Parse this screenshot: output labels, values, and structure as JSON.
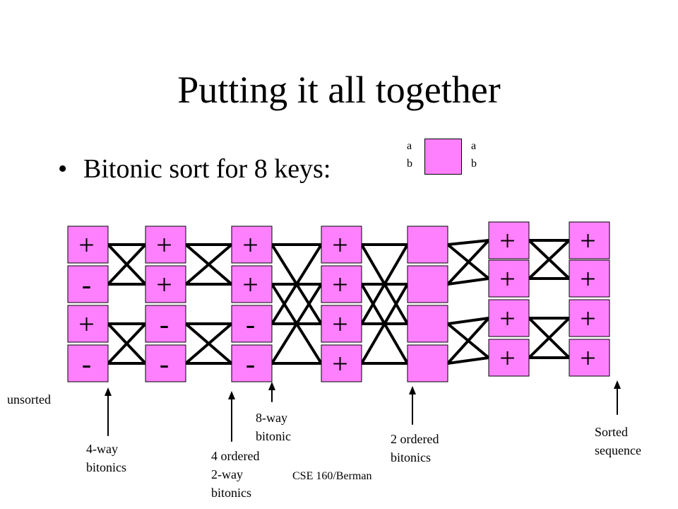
{
  "slide": {
    "title": "Putting it all together",
    "bullet": "Bitonic sort for 8 keys:",
    "bullet_glyph": "•",
    "footer": "CSE 160/Berman"
  },
  "legend": {
    "left_top": "a",
    "left_bottom": "b",
    "right_top": "a",
    "right_bottom": "b",
    "box_color": "#ff80ff"
  },
  "network": {
    "node_color": "#ff80ff",
    "columns": [
      {
        "name": "col-1",
        "signs": [
          "+",
          "-",
          "+",
          "-"
        ]
      },
      {
        "name": "col-2",
        "signs": [
          "+",
          "+",
          "-",
          "-"
        ]
      },
      {
        "name": "col-3",
        "signs": [
          "+",
          "+",
          "-",
          "-"
        ]
      },
      {
        "name": "col-4",
        "signs": [
          "+",
          "+",
          "+",
          "+"
        ]
      },
      {
        "name": "col-5",
        "signs": [
          "",
          "",
          "",
          ""
        ]
      },
      {
        "name": "col-6",
        "signs": [
          "+",
          "+",
          "+",
          "+"
        ]
      },
      {
        "name": "col-7",
        "signs": [
          "+",
          "+",
          "+",
          "+"
        ]
      }
    ]
  },
  "labels": {
    "unsorted": "unsorted",
    "four_way": "4-way\nbitonics",
    "four_ordered": "4 ordered\n2-way\nbitonics",
    "eight_way": "8-way\nbitonic",
    "two_ordered": "2 ordered\nbitonics",
    "sorted": "Sorted\nsequence"
  }
}
